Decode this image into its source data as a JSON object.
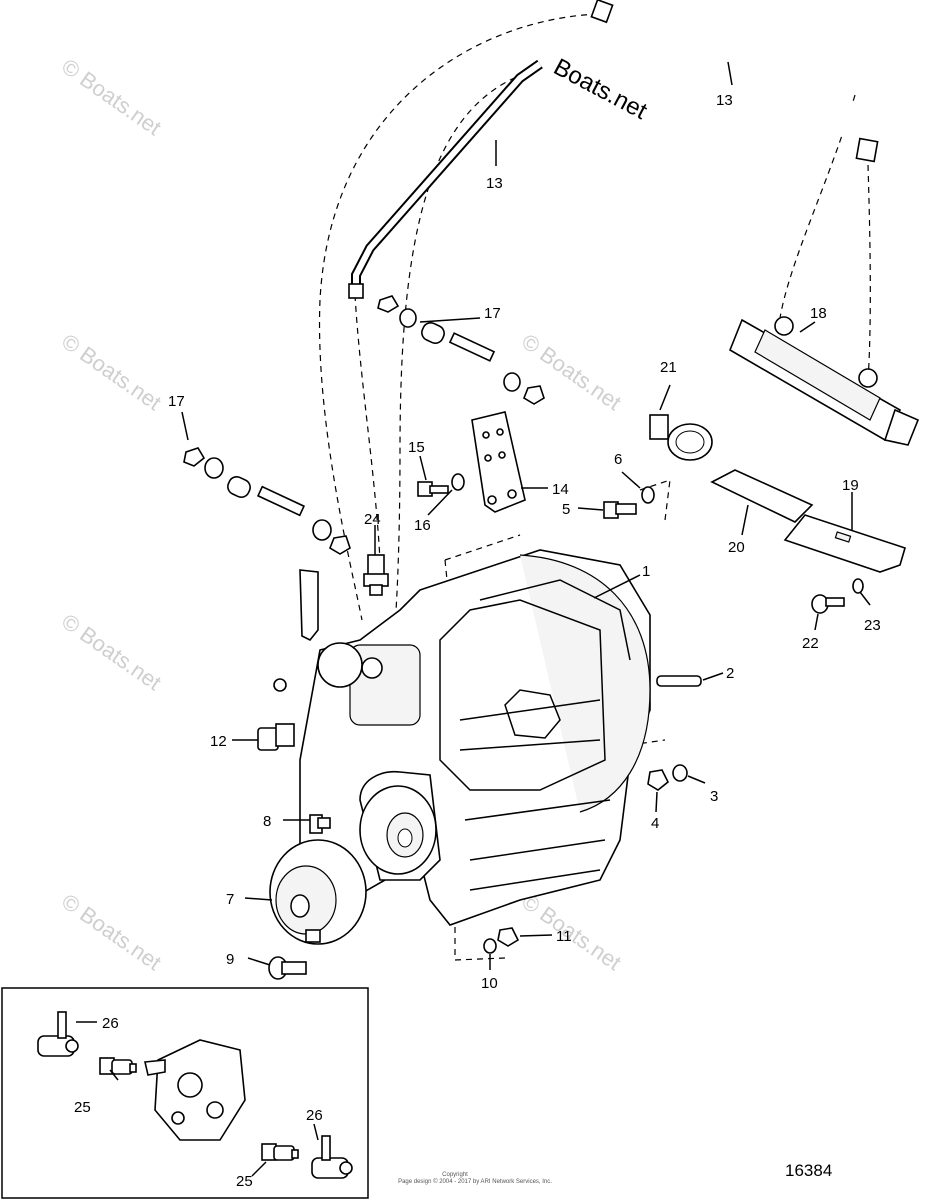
{
  "watermark": "© Boats.net",
  "brand": "Boats.net",
  "figure_number": "16384",
  "copyright_line1": "Copyright",
  "copyright_line2": "Page design © 2004 - 2017 by ARI Network Services, Inc.",
  "callouts": [
    "1",
    "2",
    "3",
    "4",
    "5",
    "6",
    "7",
    "8",
    "9",
    "10",
    "11",
    "12",
    "13",
    "13",
    "14",
    "15",
    "16",
    "17",
    "17",
    "18",
    "19",
    "20",
    "21",
    "22",
    "23",
    "24",
    "25",
    "25",
    "26",
    "26"
  ]
}
